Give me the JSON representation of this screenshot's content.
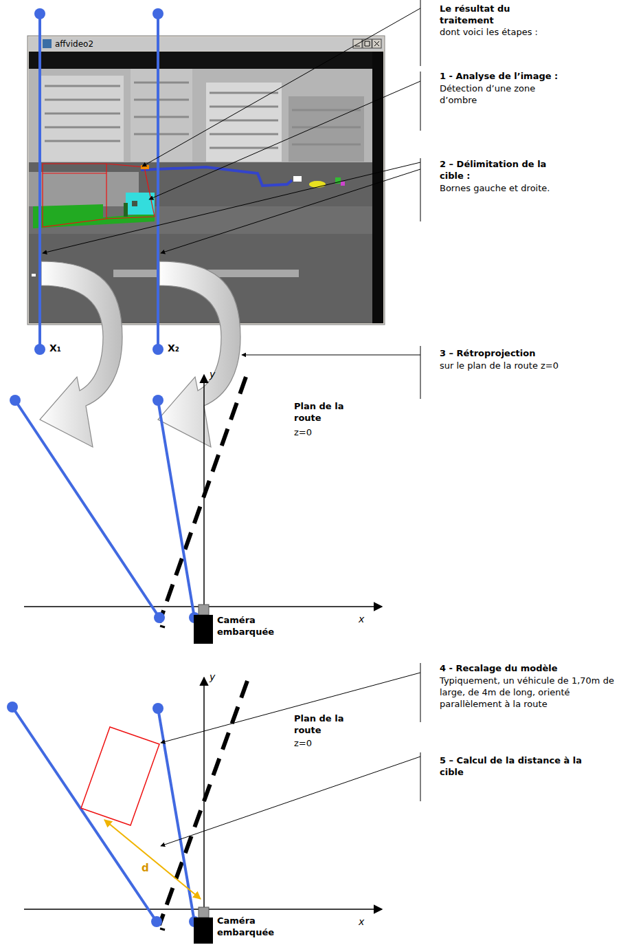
{
  "diagram": {
    "labels": [
      "Le résultat du traitement",
      "dont voici les étapes :",
      "affvideo2",
      "1 - Analyse de l’image :",
      "Détection d’une zone d’ombre",
      "2 – Délimitation de la cible :",
      "Bornes gauche et droite.",
      "X₁",
      "X₂",
      "3 – Rétroprojection",
      "sur le plan de la route z=0",
      "y",
      "Plan de la route",
      "z=0",
      "x",
      "Caméra embarquée",
      "4 - Recalage du modèle",
      "Typiquement, un véhicule de 1,70m de large, de 4m de long, orienté parallèlement à la route",
      "y",
      "Plan de la route",
      "z=0",
      "5 – Calcul de la distance à la cible",
      "d",
      "x",
      "Caméra embarquée"
    ]
  }
}
